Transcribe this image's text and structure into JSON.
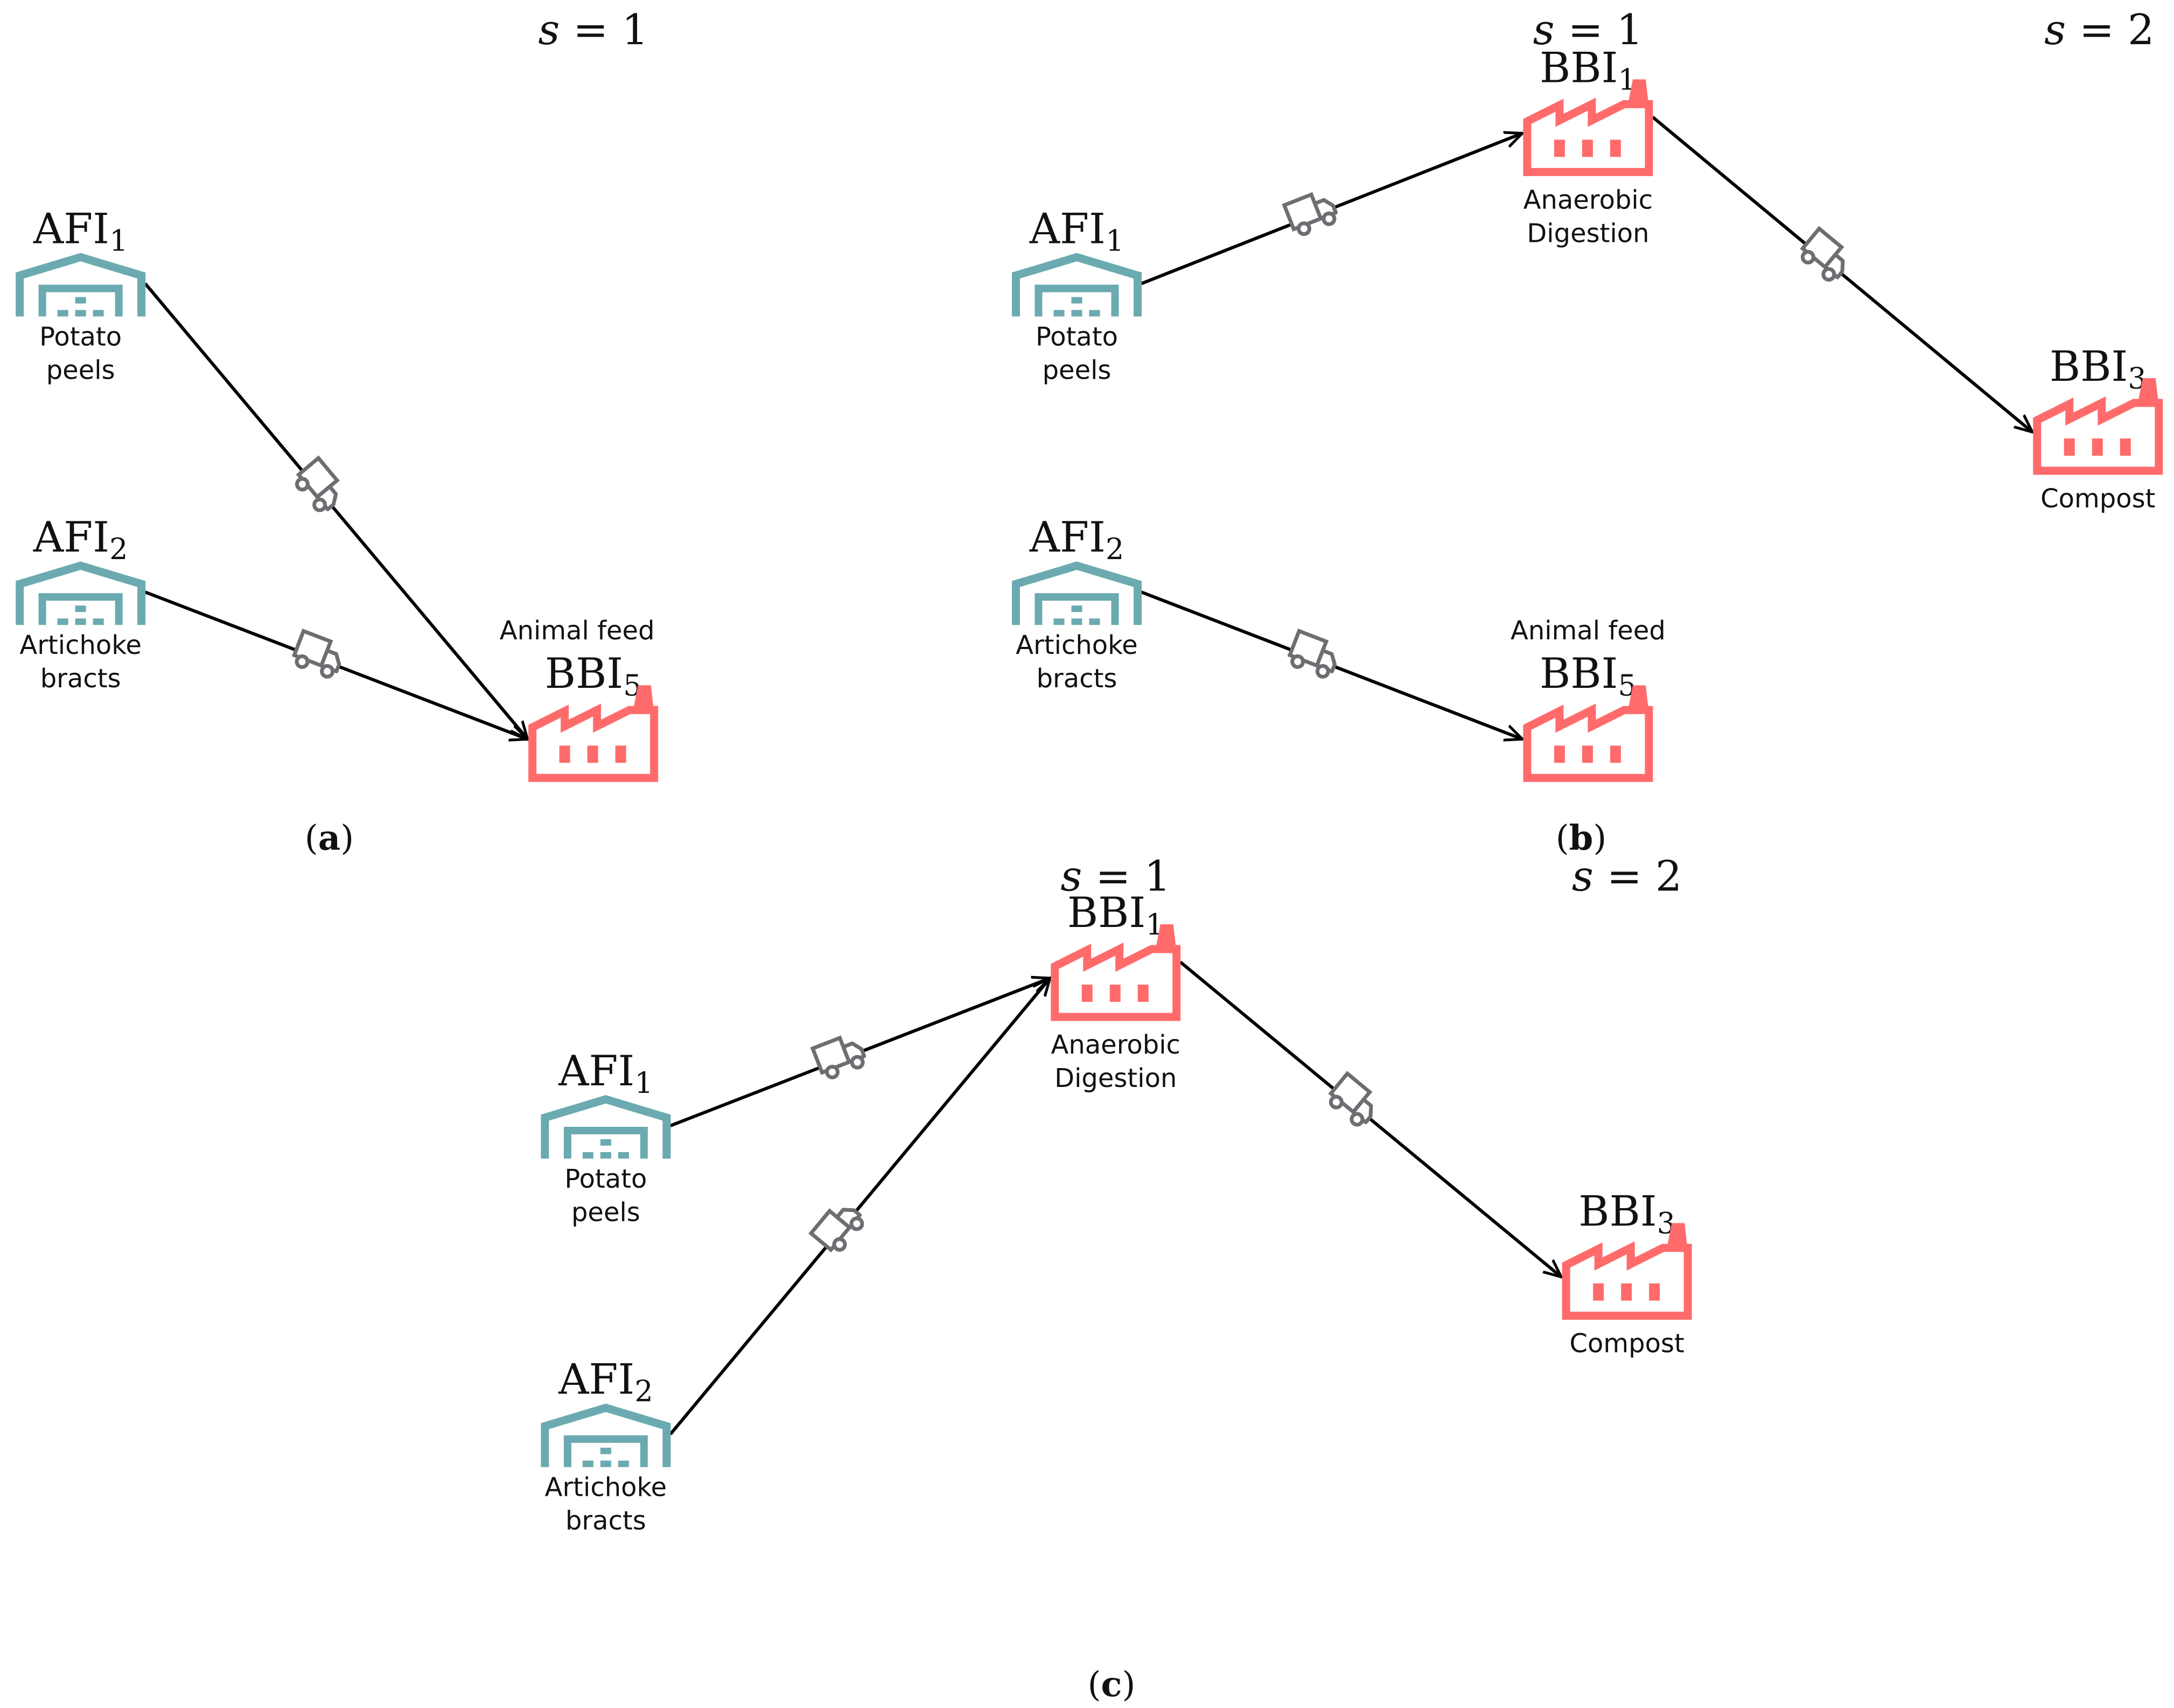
{
  "colors": {
    "afi": "#6aaab0",
    "bbi": "#ff6b6b",
    "truck": "#6d6e72",
    "edge": "#000000"
  },
  "icons": {
    "afi": "warehouse-icon",
    "bbi": "factory-icon",
    "transport": "truck-icon"
  },
  "panels": [
    {
      "label": "a",
      "stages": [
        {
          "var": "s",
          "value": "1"
        }
      ],
      "nodes": [
        {
          "id": "afi1",
          "type": "afi",
          "base": "AFI",
          "sub": "1",
          "caption": [
            "Potato",
            "peels"
          ]
        },
        {
          "id": "afi2",
          "type": "afi",
          "base": "AFI",
          "sub": "2",
          "caption": [
            "Artichoke",
            "bracts"
          ]
        },
        {
          "id": "bbi5",
          "type": "bbi",
          "base": "BBI",
          "sub": "5",
          "caption": [
            "Animal feed"
          ]
        }
      ],
      "edges": [
        {
          "from": "afi1",
          "to": "bbi5"
        },
        {
          "from": "afi2",
          "to": "bbi5"
        }
      ]
    },
    {
      "label": "b",
      "stages": [
        {
          "var": "s",
          "value": "1"
        },
        {
          "var": "s",
          "value": "2"
        }
      ],
      "nodes": [
        {
          "id": "afi1",
          "type": "afi",
          "base": "AFI",
          "sub": "1",
          "caption": [
            "Potato",
            "peels"
          ]
        },
        {
          "id": "afi2",
          "type": "afi",
          "base": "AFI",
          "sub": "2",
          "caption": [
            "Artichoke",
            "bracts"
          ]
        },
        {
          "id": "bbi1",
          "type": "bbi",
          "base": "BBI",
          "sub": "1",
          "caption": [
            "Anaerobic",
            "Digestion"
          ]
        },
        {
          "id": "bbi5",
          "type": "bbi",
          "base": "BBI",
          "sub": "5",
          "caption": [
            "Animal feed"
          ]
        },
        {
          "id": "bbi3",
          "type": "bbi",
          "base": "BBI",
          "sub": "3",
          "caption": [
            "Compost"
          ]
        }
      ],
      "edges": [
        {
          "from": "afi1",
          "to": "bbi1"
        },
        {
          "from": "bbi1",
          "to": "bbi3"
        },
        {
          "from": "afi2",
          "to": "bbi5"
        }
      ]
    },
    {
      "label": "c",
      "stages": [
        {
          "var": "s",
          "value": "1"
        },
        {
          "var": "s",
          "value": "2"
        }
      ],
      "nodes": [
        {
          "id": "afi1",
          "type": "afi",
          "base": "AFI",
          "sub": "1",
          "caption": [
            "Potato",
            "peels"
          ]
        },
        {
          "id": "afi2",
          "type": "afi",
          "base": "AFI",
          "sub": "2",
          "caption": [
            "Artichoke",
            "bracts"
          ]
        },
        {
          "id": "bbi1",
          "type": "bbi",
          "base": "BBI",
          "sub": "1",
          "caption": [
            "Anaerobic",
            "Digestion"
          ]
        },
        {
          "id": "bbi3",
          "type": "bbi",
          "base": "BBI",
          "sub": "3",
          "caption": [
            "Compost"
          ]
        }
      ],
      "edges": [
        {
          "from": "afi1",
          "to": "bbi1"
        },
        {
          "from": "afi2",
          "to": "bbi1"
        },
        {
          "from": "bbi1",
          "to": "bbi3"
        }
      ]
    }
  ]
}
